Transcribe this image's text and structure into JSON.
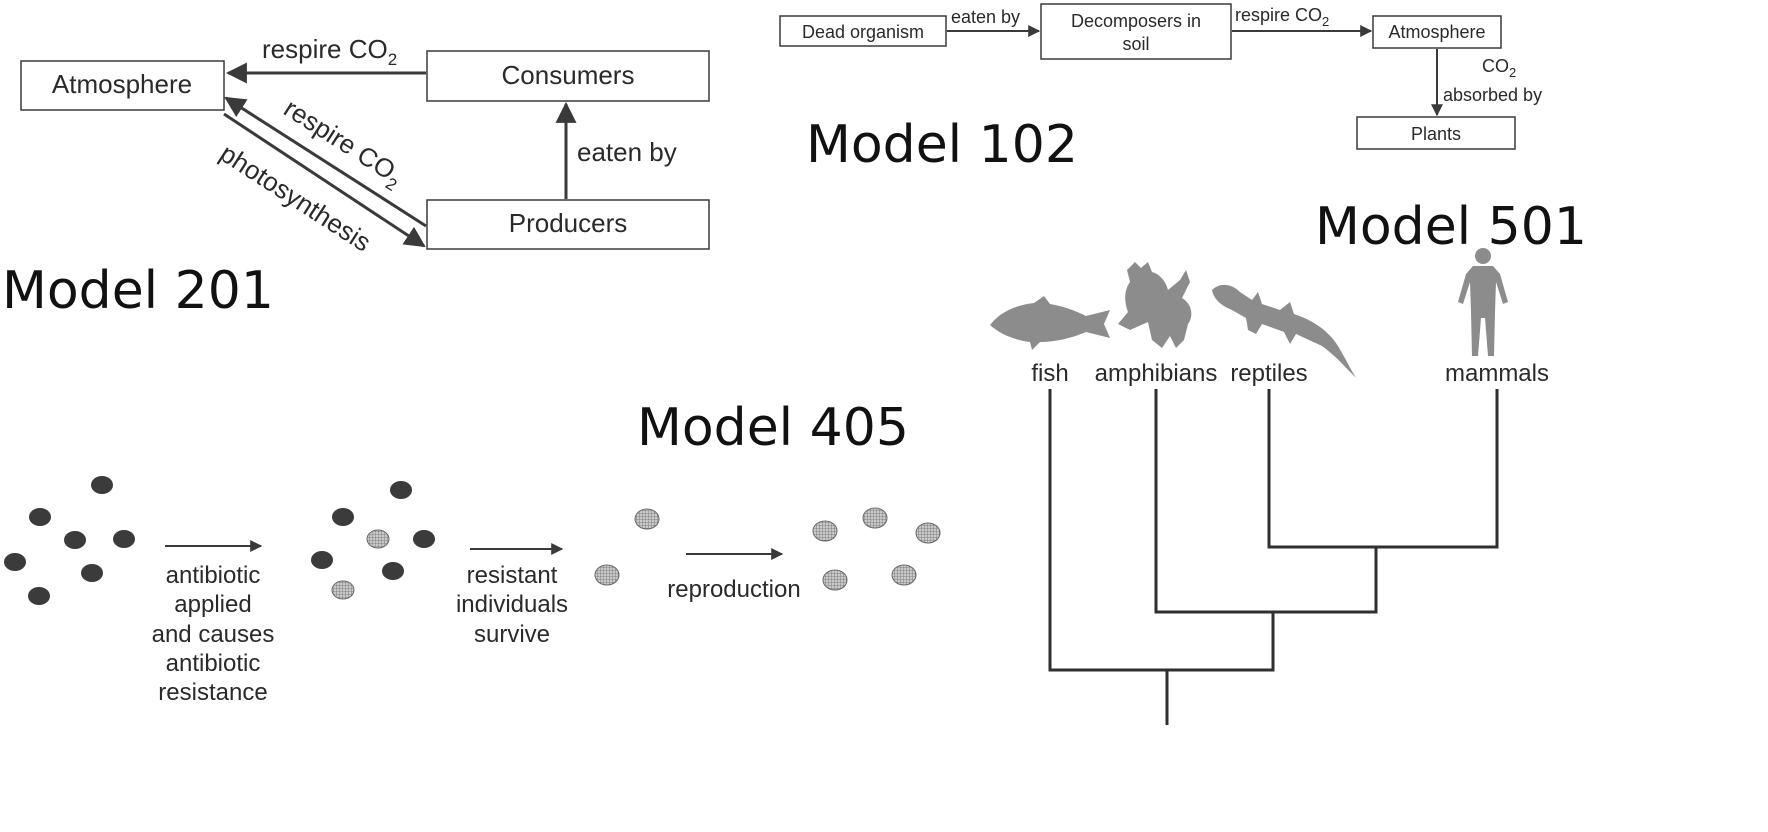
{
  "model201": {
    "title": "Model 201",
    "nodes": {
      "atmosphere": "Atmosphere",
      "consumers": "Consumers",
      "producers": "Producers"
    },
    "edges": {
      "consumers_to_atmosphere": "respire CO",
      "producers_to_atmosphere": "respire CO",
      "atmosphere_to_producers": "photosynthesis",
      "producers_to_consumers": "eaten by"
    },
    "subscript": "2"
  },
  "model102": {
    "title": "Model 102",
    "nodes": {
      "dead_organism": "Dead organism",
      "decomposers_line1": "Decomposers in",
      "decomposers_line2": "soil",
      "atmosphere": "Atmosphere",
      "plants": "Plants"
    },
    "edges": {
      "eaten_by": "eaten by",
      "respire": "respire CO",
      "co2": "CO",
      "absorbed_by": "absorbed by"
    },
    "subscript": "2"
  },
  "model501": {
    "title": "Model 501",
    "taxa": {
      "fish": "fish",
      "amphibians": "amphibians",
      "reptiles": "reptiles",
      "mammals": "mammals"
    }
  },
  "model405": {
    "title": "Model 405",
    "steps": {
      "step1": [
        "antibiotic",
        "applied",
        "and causes",
        "antibiotic",
        "resistance"
      ],
      "step2": [
        "resistant",
        "individuals",
        "survive"
      ],
      "step3": [
        "reproduction"
      ]
    }
  },
  "colors": {
    "box_stroke": "#3a3a3a",
    "bacterium_dark": "#3b3b3b",
    "silhouette": "#8c8c8c",
    "text": "#2a2a2a"
  },
  "icons": {
    "fish": "fish-silhouette-icon",
    "amphibian": "frog-silhouette-icon",
    "reptile": "lizard-silhouette-icon",
    "mammal": "human-silhouette-icon"
  }
}
